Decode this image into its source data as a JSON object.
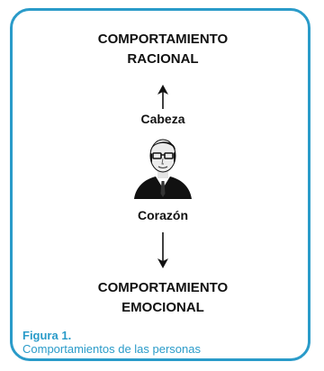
{
  "diagram": {
    "top_label_line1": "COMPORTAMIENTO",
    "top_label_line2": "RACIONAL",
    "head_label": "Cabeza",
    "heart_label": "Corazón",
    "bottom_label_line1": "COMPORTAMIENTO",
    "bottom_label_line2": "EMOCIONAL"
  },
  "caption": {
    "label": "Figura 1.",
    "text": "Comportamientos de las personas"
  },
  "colors": {
    "accent": "#2a9bc9",
    "text": "#111111"
  }
}
